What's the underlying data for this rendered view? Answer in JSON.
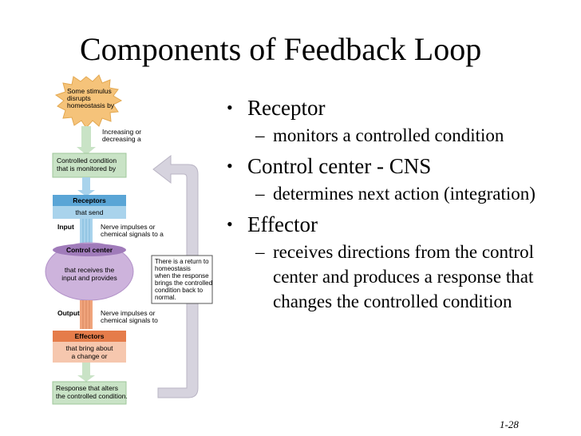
{
  "slide": {
    "title": "Components of Feedback Loop",
    "page_number": "1-28"
  },
  "bullets": [
    {
      "heading": "Receptor",
      "dash": "–",
      "detail": "monitors a controlled condition"
    },
    {
      "heading": "Control center - CNS",
      "dash": "–",
      "detail": "determines next action (integration)"
    },
    {
      "heading": "Effector",
      "dash": "–",
      "detail": "receives directions from the control center and produces a response that changes the controlled condition"
    }
  ],
  "diagram": {
    "stimulus": [
      "Some stimulus",
      "disrupts",
      "homeostasis by"
    ],
    "increasing": [
      "Increasing or",
      "decreasing a"
    ],
    "controlled_condition": [
      "Controlled condition",
      "that is monitored by"
    ],
    "receptors_title": "Receptors",
    "receptors_sub": "that send",
    "input_label": "Input",
    "input_text": [
      "Nerve impulses or",
      "chemical signals to a"
    ],
    "control_center_title": "Control center",
    "control_center_text": [
      "that receives the",
      "input and provides"
    ],
    "output_label": "Output",
    "output_text": [
      "Nerve impulses or",
      "chemical signals to"
    ],
    "effectors_title": "Effectors",
    "effectors_text": [
      "that bring about",
      "a change or"
    ],
    "response": [
      "Response that alters",
      "the controlled condition."
    ],
    "return_box": [
      "There is a return to",
      "homeostasis",
      "when the response",
      "brings the controlled",
      "condition back to",
      "normal."
    ],
    "colors": {
      "star": "#f5c37a",
      "green": "#c9e3c6",
      "blue": "#a9d3ec",
      "purple": "#cdb3dc",
      "orange": "#f0a47c",
      "gray_arrow": "#d6d3de"
    }
  }
}
